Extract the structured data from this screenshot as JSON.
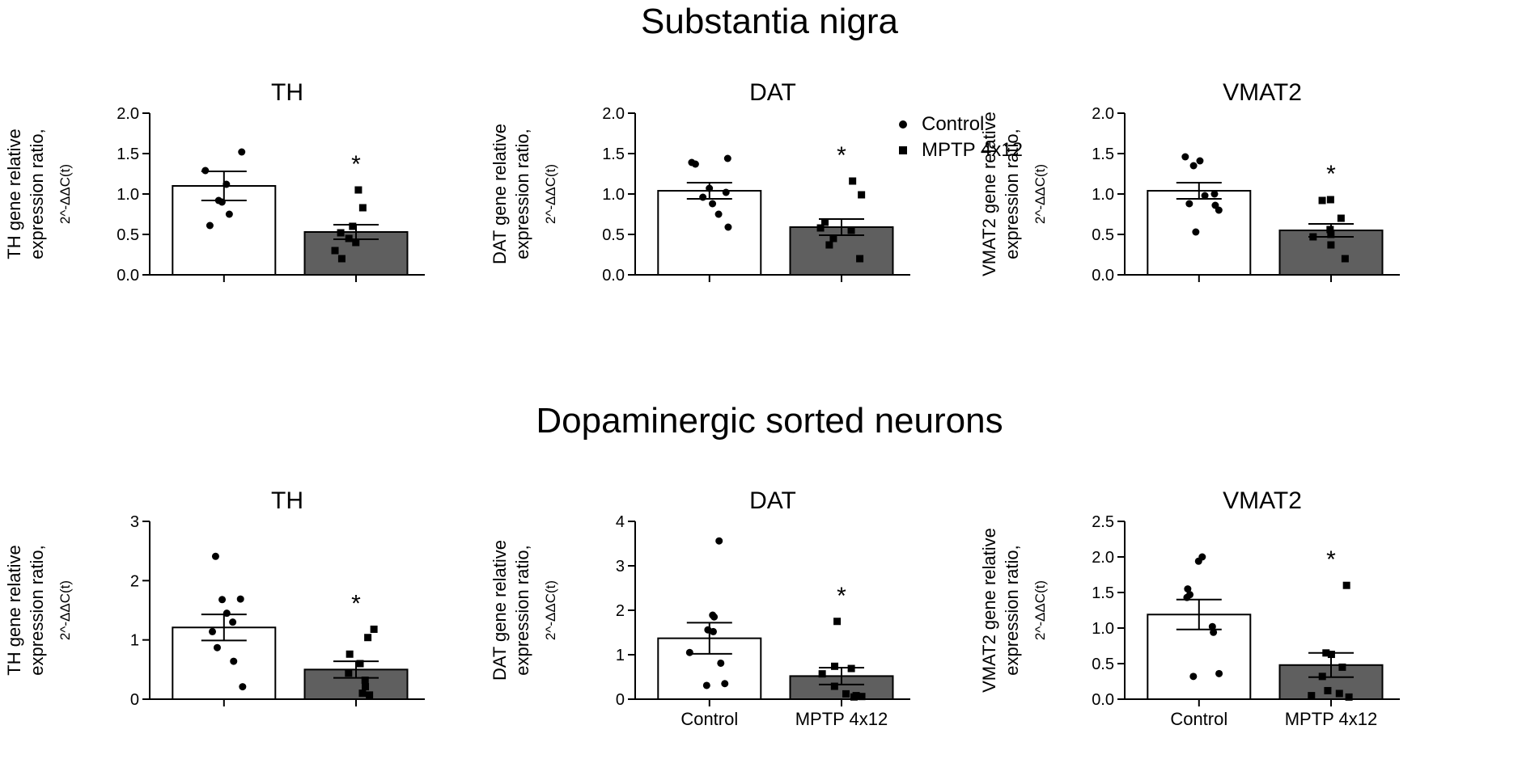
{
  "figure": {
    "section_titles": [
      "Substantia nigra",
      "Dopaminergic sorted neurons"
    ],
    "legend": [
      {
        "label": "Control",
        "marker": "circle"
      },
      {
        "label": "MPTP 4x12",
        "marker": "square"
      }
    ],
    "colors": {
      "control_bar": "#ffffff",
      "mptp_bar": "#5f5f5f",
      "axis": "#000000"
    }
  },
  "chart_data": [
    {
      "type": "bar",
      "section": "Substantia nigra",
      "title": "TH",
      "ylabel": [
        "TH gene relative",
        "expression ratio,",
        "2^-ΔΔC(t)"
      ],
      "xlabel": "",
      "categories": [
        "Control",
        "MPTP 4x12"
      ],
      "show_category_labels": false,
      "ylim": [
        0,
        2.0
      ],
      "yticks": [
        "0.0",
        "0.5",
        "1.0",
        "1.5",
        "2.0"
      ],
      "values": [
        1.1,
        0.53
      ],
      "sem": [
        0.18,
        0.09
      ],
      "points": [
        [
          1.52,
          1.29,
          1.12,
          0.92,
          0.9,
          0.75,
          0.61
        ],
        [
          1.05,
          0.83,
          0.6,
          0.52,
          0.45,
          0.4,
          0.3,
          0.2
        ]
      ],
      "significance": [
        "",
        "*"
      ]
    },
    {
      "type": "bar",
      "section": "Substantia nigra",
      "title": "DAT",
      "ylabel": [
        "DAT gene relative",
        "expression ratio,",
        "2^-ΔΔC(t)"
      ],
      "xlabel": "",
      "categories": [
        "Control",
        "MPTP 4x12"
      ],
      "show_category_labels": false,
      "ylim": [
        0,
        2.0
      ],
      "yticks": [
        "0.0",
        "0.5",
        "1.0",
        "1.5",
        "2.0"
      ],
      "values": [
        1.04,
        0.59
      ],
      "sem": [
        0.1,
        0.1
      ],
      "points": [
        [
          1.44,
          1.39,
          1.37,
          1.07,
          1.02,
          0.96,
          0.88,
          0.75,
          0.59
        ],
        [
          1.16,
          0.99,
          0.65,
          0.58,
          0.55,
          0.45,
          0.37,
          0.2
        ]
      ],
      "significance": [
        "",
        "*"
      ]
    },
    {
      "type": "bar",
      "section": "Substantia nigra",
      "title": "VMAT2",
      "ylabel": [
        "VMAT2 gene relative",
        "expression ratio,",
        "2^-ΔΔC(t)"
      ],
      "xlabel": "",
      "categories": [
        "Control",
        "MPTP 4x12"
      ],
      "show_category_labels": false,
      "ylim": [
        0,
        2.0
      ],
      "yticks": [
        "0.0",
        "0.5",
        "1.0",
        "1.5",
        "2.0"
      ],
      "values": [
        1.04,
        0.55
      ],
      "sem": [
        0.1,
        0.08
      ],
      "points": [
        [
          1.46,
          1.41,
          1.35,
          1.0,
          0.98,
          0.88,
          0.86,
          0.8,
          0.53
        ],
        [
          0.93,
          0.92,
          0.7,
          0.56,
          0.5,
          0.47,
          0.37,
          0.2
        ]
      ],
      "significance": [
        "",
        "*"
      ]
    },
    {
      "type": "bar",
      "section": "Dopaminergic sorted neurons",
      "title": "TH",
      "ylabel": [
        "TH gene relative",
        "expression ratio,",
        "2^-ΔΔC(t)"
      ],
      "xlabel": "",
      "categories": [
        "Control",
        "MPTP 4x12"
      ],
      "show_category_labels": false,
      "ylim": [
        0,
        3
      ],
      "yticks": [
        "0",
        "1",
        "2",
        "3"
      ],
      "values": [
        1.21,
        0.5
      ],
      "sem": [
        0.22,
        0.14
      ],
      "points": [
        [
          2.41,
          1.69,
          1.68,
          1.45,
          1.3,
          1.14,
          0.87,
          0.64,
          0.21
        ],
        [
          1.18,
          1.04,
          0.76,
          0.6,
          0.44,
          0.32,
          0.21,
          0.1,
          0.07
        ]
      ],
      "significance": [
        "",
        "*"
      ]
    },
    {
      "type": "bar",
      "section": "Dopaminergic sorted neurons",
      "title": "DAT",
      "ylabel": [
        "DAT gene relative",
        "expression ratio,",
        "2^-ΔΔC(t)"
      ],
      "xlabel": "",
      "categories": [
        "Control",
        "MPTP 4x12"
      ],
      "show_category_labels": true,
      "ylim": [
        0,
        4
      ],
      "yticks": [
        "0",
        "1",
        "2",
        "3",
        "4"
      ],
      "values": [
        1.37,
        0.52
      ],
      "sem": [
        0.35,
        0.19
      ],
      "points": [
        [
          3.56,
          1.89,
          1.85,
          1.56,
          1.52,
          1.05,
          0.81,
          0.35,
          0.31
        ],
        [
          1.75,
          0.74,
          0.69,
          0.57,
          0.29,
          0.12,
          0.08,
          0.06,
          0.05
        ]
      ],
      "significance": [
        "",
        "*"
      ]
    },
    {
      "type": "bar",
      "section": "Dopaminergic sorted neurons",
      "title": "VMAT2",
      "ylabel": [
        "VMAT2 gene relative",
        "expression ratio,",
        "2^-ΔΔC(t)"
      ],
      "xlabel": "",
      "categories": [
        "Control",
        "MPTP 4x12"
      ],
      "show_category_labels": true,
      "ylim": [
        0,
        2.5
      ],
      "yticks": [
        "0.0",
        "0.5",
        "1.0",
        "1.5",
        "2.0",
        "2.5"
      ],
      "values": [
        1.19,
        0.48
      ],
      "sem": [
        0.21,
        0.17
      ],
      "points": [
        [
          2.0,
          1.94,
          1.55,
          1.47,
          1.43,
          1.02,
          0.94,
          0.36,
          0.32
        ],
        [
          1.6,
          0.65,
          0.63,
          0.45,
          0.32,
          0.12,
          0.08,
          0.05,
          0.03
        ]
      ],
      "significance": [
        "",
        "*"
      ]
    }
  ]
}
